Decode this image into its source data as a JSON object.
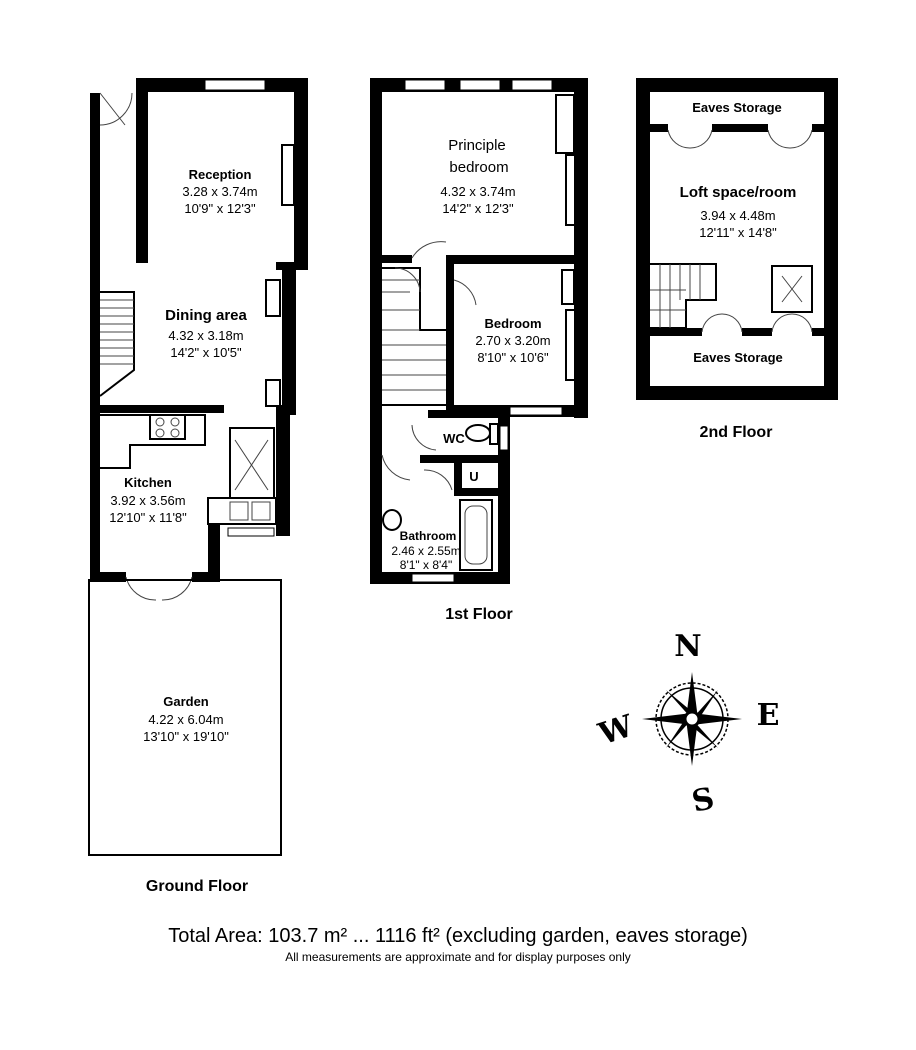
{
  "ground_floor": {
    "label": "Ground Floor",
    "rooms": {
      "reception": {
        "name": "Reception",
        "metric": "3.28 x 3.74m",
        "imperial": "10'9\" x 12'3\""
      },
      "dining": {
        "name": "Dining area",
        "metric": "4.32 x 3.18m",
        "imperial": "14'2\" x 10'5\""
      },
      "kitchen": {
        "name": "Kitchen",
        "metric": "3.92 x 3.56m",
        "imperial": "12'10\" x 11'8\""
      },
      "garden": {
        "name": "Garden",
        "metric": "4.22 x 6.04m",
        "imperial": "13'10\" x 19'10\""
      }
    }
  },
  "first_floor": {
    "label": "1st Floor",
    "rooms": {
      "principle_bedroom": {
        "name_line1": "Principle",
        "name_line2": "bedroom",
        "metric": "4.32 x 3.74m",
        "imperial": "14'2\" x 12'3\""
      },
      "bedroom": {
        "name": "Bedroom",
        "metric": "2.70 x 3.20m",
        "imperial": "8'10\" x 10'6\""
      },
      "wc": {
        "name": "WC"
      },
      "u": {
        "name": "U"
      },
      "bathroom": {
        "name": "Bathroom",
        "metric": "2.46 x 2.55m",
        "imperial": "8'1\" x 8'4\""
      }
    }
  },
  "second_floor": {
    "label": "2nd Floor",
    "rooms": {
      "eaves_top": {
        "name": "Eaves Storage"
      },
      "loft": {
        "name": "Loft space/room",
        "metric": "3.94 x 4.48m",
        "imperial": "12'11\" x 14'8\""
      },
      "eaves_bottom": {
        "name": "Eaves Storage"
      }
    }
  },
  "compass": {
    "north": "N",
    "south": "S",
    "east": "E",
    "west": "W"
  },
  "footer": {
    "total_area": "Total Area: 103.7 m² ... 1116 ft² (excluding garden, eaves storage)",
    "disclaimer": "All measurements are approximate and for display purposes only"
  }
}
